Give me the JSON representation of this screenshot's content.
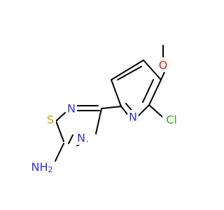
{
  "molecule": {
    "atoms": [
      {
        "id": "s1",
        "symbol": "S",
        "color": "#c9a800"
      },
      {
        "id": "n2",
        "symbol": "N",
        "color": "#2f35e0"
      },
      {
        "id": "n4",
        "symbol": "N",
        "color": "#2f35e0"
      },
      {
        "id": "npy",
        "symbol": "N",
        "color": "#2f35e0"
      },
      {
        "id": "cl",
        "symbol": "Cl",
        "color": "#32b01a"
      },
      {
        "id": "o",
        "symbol": "O",
        "color": "#e8200c"
      },
      {
        "id": "nh2",
        "symbol": "NH2",
        "color": "#2f35e0"
      }
    ],
    "bond_color": "#000000"
  }
}
